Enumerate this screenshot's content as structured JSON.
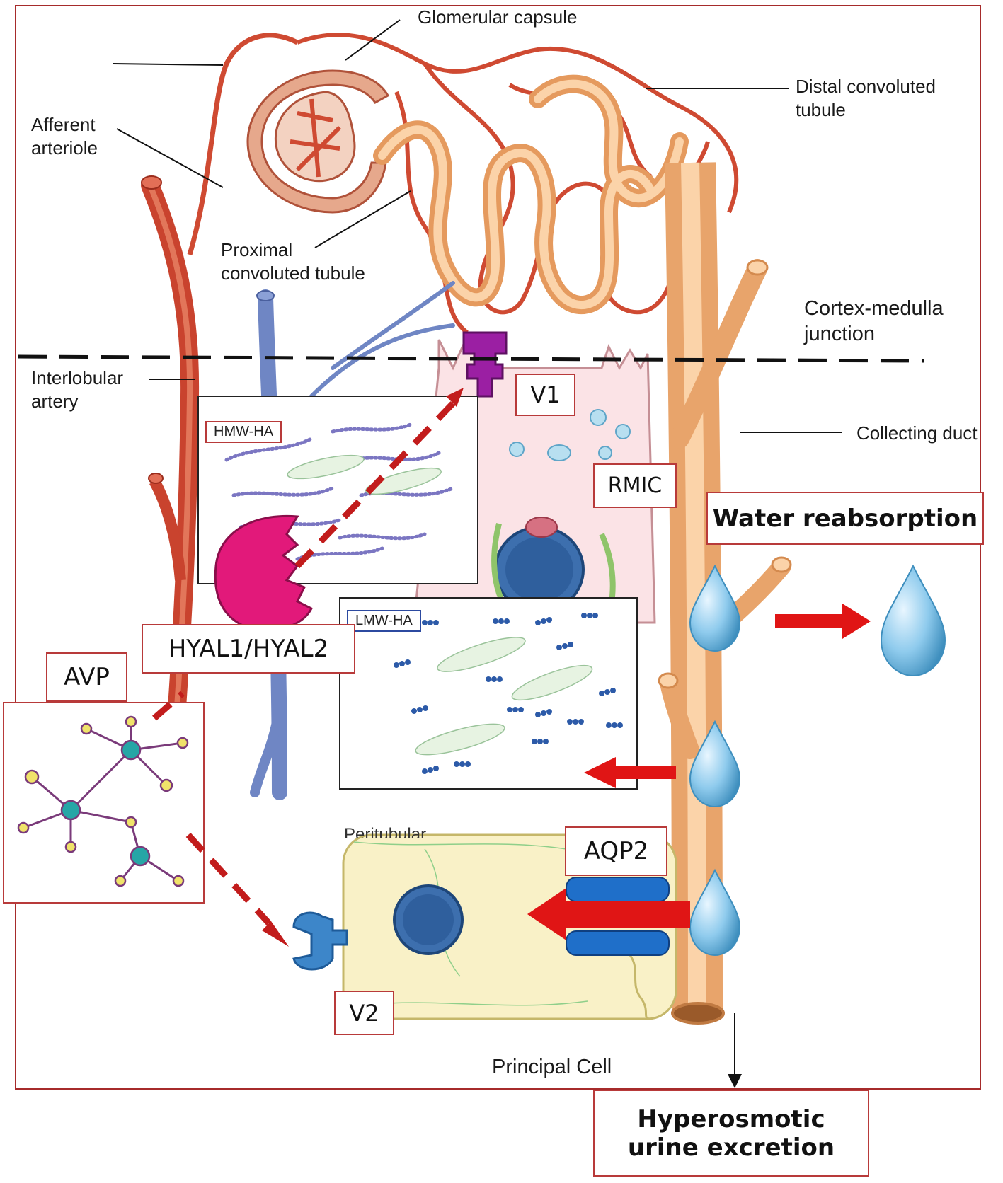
{
  "labels": {
    "glomerular_capsule": "Glomerular capsule",
    "distal_line1": "Distal convoluted",
    "distal_line2": "tubule",
    "afferent_line1": "Afferent",
    "afferent_line2": "arteriole",
    "proximal_line1": "Proximal",
    "proximal_line2": "convoluted tubule",
    "cortex_line1": "Cortex-medulla",
    "cortex_line2": "junction",
    "interlobular_line1": "Interlobular",
    "interlobular_line2": "artery",
    "collecting_duct": "Collecting duct",
    "peritubular": "Peritubular",
    "principal_cell": "Principal Cell"
  },
  "boxes": {
    "v1": "V1",
    "rmic": "RMIC",
    "water_reabsorption": "Water reabsorption",
    "hyal": "HYAL1/HYAL2",
    "avp": "AVP",
    "aqp2": "AQP2",
    "v2": "V2",
    "urine_line1": "Hyperosmotic",
    "urine_line2": "urine excretion"
  },
  "insets": {
    "hmw": "HMW-HA",
    "lmw": "LMW-HA"
  },
  "colors": {
    "artery": "#cf4a32",
    "tubule": "#f6c28f",
    "vein": "#6f86c4",
    "frame": "#a62b2b",
    "arrow_red": "#e01515",
    "dashed_red": "#c21c1c",
    "v1_purple": "#9b1fa3",
    "hyal_pink": "#e2197a",
    "v2_blue": "#3d86c9",
    "aqp2_blue": "#1f6fc9",
    "water_drop": "#7cc0e6"
  }
}
